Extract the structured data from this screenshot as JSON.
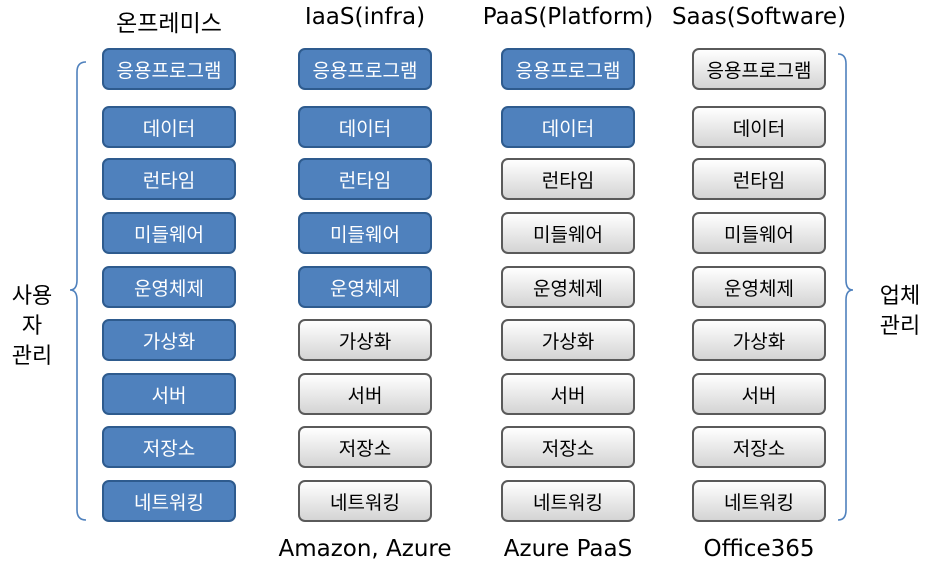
{
  "columns": [
    {
      "title": "온프레미스",
      "example": "",
      "layers": [
        {
          "label": "응용프로그램",
          "managed_by": "user"
        },
        {
          "label": "데이터",
          "managed_by": "user"
        },
        {
          "label": "런타임",
          "managed_by": "user"
        },
        {
          "label": "미들웨어",
          "managed_by": "user"
        },
        {
          "label": "운영체제",
          "managed_by": "user"
        },
        {
          "label": "가상화",
          "managed_by": "user"
        },
        {
          "label": "서버",
          "managed_by": "user"
        },
        {
          "label": "저장소",
          "managed_by": "user"
        },
        {
          "label": "네트워킹",
          "managed_by": "user"
        }
      ]
    },
    {
      "title": "IaaS(infra)",
      "example": "Amazon, Azure",
      "layers": [
        {
          "label": "응용프로그램",
          "managed_by": "user"
        },
        {
          "label": "데이터",
          "managed_by": "user"
        },
        {
          "label": "런타임",
          "managed_by": "user"
        },
        {
          "label": "미들웨어",
          "managed_by": "user"
        },
        {
          "label": "운영체제",
          "managed_by": "user"
        },
        {
          "label": "가상화",
          "managed_by": "vendor"
        },
        {
          "label": "서버",
          "managed_by": "vendor"
        },
        {
          "label": "저장소",
          "managed_by": "vendor"
        },
        {
          "label": "네트워킹",
          "managed_by": "vendor"
        }
      ]
    },
    {
      "title": "PaaS(Platform)",
      "example": "Azure PaaS",
      "layers": [
        {
          "label": "응용프로그램",
          "managed_by": "user"
        },
        {
          "label": "데이터",
          "managed_by": "user"
        },
        {
          "label": "런타임",
          "managed_by": "vendor"
        },
        {
          "label": "미들웨어",
          "managed_by": "vendor"
        },
        {
          "label": "운영체제",
          "managed_by": "vendor"
        },
        {
          "label": "가상화",
          "managed_by": "vendor"
        },
        {
          "label": "서버",
          "managed_by": "vendor"
        },
        {
          "label": "저장소",
          "managed_by": "vendor"
        },
        {
          "label": "네트워킹",
          "managed_by": "vendor"
        }
      ]
    },
    {
      "title": "Saas(Software)",
      "example": "Office365",
      "layers": [
        {
          "label": "응용프로그램",
          "managed_by": "vendor"
        },
        {
          "label": "데이터",
          "managed_by": "vendor"
        },
        {
          "label": "런타임",
          "managed_by": "vendor"
        },
        {
          "label": "미들웨어",
          "managed_by": "vendor"
        },
        {
          "label": "운영체제",
          "managed_by": "vendor"
        },
        {
          "label": "가상화",
          "managed_by": "vendor"
        },
        {
          "label": "서버",
          "managed_by": "vendor"
        },
        {
          "label": "저장소",
          "managed_by": "vendor"
        },
        {
          "label": "네트워킹",
          "managed_by": "vendor"
        }
      ]
    }
  ],
  "left_label": [
    "사용자",
    "관리"
  ],
  "right_label": [
    "업체",
    "관리"
  ],
  "colors": {
    "user_fill": "#4f81bd",
    "user_border": "#2e5b8e",
    "vendor_fill_top": "#ffffff",
    "vendor_fill_bottom": "#d4d4d4",
    "vendor_border": "#5a5a5a",
    "brace": "#4f81bd"
  }
}
